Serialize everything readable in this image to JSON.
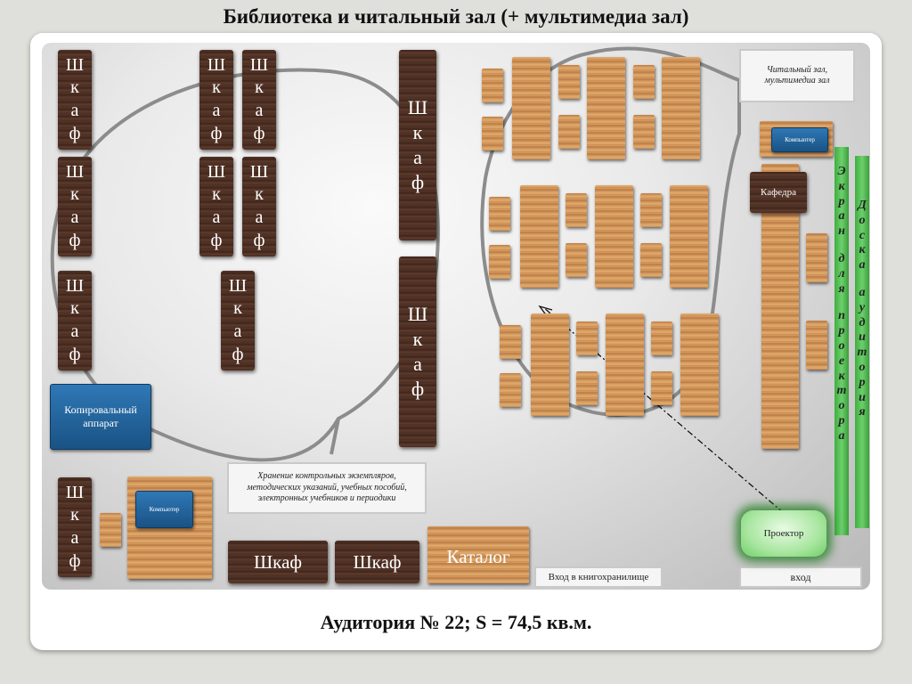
{
  "title": "Библиотека и читальный зал (+ мультимедиа зал)",
  "caption": "Аудитория № 22; S = 74,5 кв.м.",
  "furniture": {
    "cabinet_letters": [
      "Ш",
      "к",
      "а",
      "ф"
    ],
    "cabinet_word": "Шкаф",
    "catalog": "Каталог",
    "copier": "Копировальный аппарат",
    "computer": "Компьютер",
    "podium": "Кафедра",
    "projector": "Проектор"
  },
  "labels": {
    "reading_room": "Читальный зал, мультимедиа зал",
    "storage_note": "Хранение контрольных экземпляров, методических указаний, учебных пособий, электронных учебников и периодики",
    "stacks_entrance": "Вход в книгохранилище",
    "entrance": "вход"
  },
  "screen_letters": [
    "Э",
    "к",
    "р",
    "а",
    "н",
    "",
    "д",
    "л",
    "я",
    "",
    "п",
    "р",
    "о",
    "е",
    "к",
    "т",
    "о",
    "р",
    "а"
  ],
  "board_letters": [
    "Д",
    "о",
    "с",
    "к",
    "а",
    "",
    "а",
    "у",
    "д",
    "и",
    "т",
    "о",
    "р",
    "и",
    "я"
  ]
}
